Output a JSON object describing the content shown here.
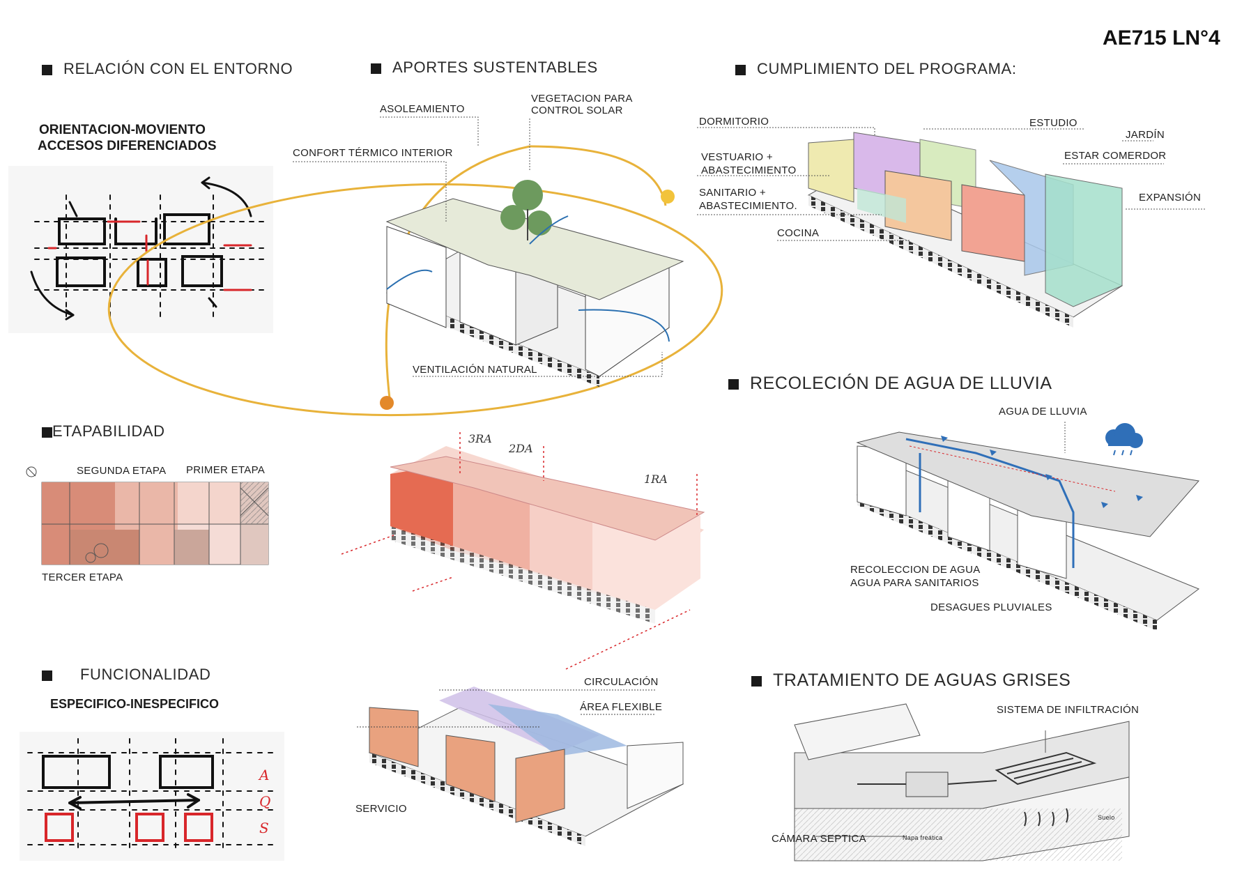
{
  "page_code": "AE715 LN°4",
  "sections": {
    "entorno": "RELACIÓN CON EL ENTORNO",
    "aportes": "APORTES SUSTENTABLES",
    "programa": "CUMPLIMIENTO DEL PROGRAMA:",
    "etapabilidad": "ETAPABILIDAD",
    "lluvia": "RECOLECIÓN DE AGUA DE LLUVIA",
    "funcionalidad": "FUNCIONALIDAD",
    "grises": "TRATAMIENTO DE AGUAS GRISES"
  },
  "entorno": {
    "subtitle_1": "ORIENTACION-MOVIENTO",
    "subtitle_2": "ACCESOS DIFERENCIADOS"
  },
  "aportes": {
    "asoleamiento": "ASOLEAMIENTO",
    "vegetacion_1": "VEGETACION PARA",
    "vegetacion_2": "CONTROL SOLAR",
    "confort": "CONFORT TÉRMICO INTERIOR",
    "ventilacion": "VENTILACIÓN NATURAL"
  },
  "programa": {
    "dormitorio": "DORMITORIO",
    "estudio": "ESTUDIO",
    "jardin": "JARDÍN",
    "vestuario_1": "VESTUARIO +",
    "vestuario_2": "ABASTECIMIENTO",
    "estar": "ESTAR COMERDOR",
    "sanitario_1": "SANITARIO +",
    "sanitario_2": "ABASTECIMIENTO.",
    "expansion": "EXPANSIÓN",
    "cocina": "COCINA"
  },
  "etapabilidad": {
    "segunda": "SEGUNDA ETAPA",
    "primer": "PRIMER ETAPA",
    "tercer": "TERCER ETAPA",
    "tag_3": "3RA",
    "tag_2": "2DA",
    "tag_1": "1RA"
  },
  "lluvia": {
    "agua": "AGUA DE LLUVIA",
    "recoleccion_1": "RECOLECCION DE AGUA",
    "recoleccion_2": "AGUA PARA SANITARIOS",
    "desagues": "DESAGUES PLUVIALES"
  },
  "funcionalidad": {
    "subtitle": "ESPECIFICO-INESPECIFICO",
    "circulacion": "CIRCULACIÓN",
    "area": "ÁREA FLEXIBLE",
    "servicio": "SERVICIO",
    "sketch_letters": [
      "A",
      "Q",
      "S"
    ]
  },
  "grises": {
    "infiltracion": "SISTEMA DE INFILTRACIÓN",
    "camara": "CÁMARA SEPTICA",
    "napa": "Napa freática",
    "suelo": "Suelo"
  },
  "colors": {
    "sun": "#e8b23a",
    "sun_dot_low": "#e3892a",
    "dormitorio": "#efeab0",
    "estudio": "#d9b9ea",
    "jardin": "#cfe7b0",
    "vestuario": "#f4c79e",
    "sanitario": "#bfe6d6",
    "cocina": "#f2a393",
    "estar": "#a9c7ea",
    "expansion": "#a5e0cc",
    "stage": "#e8806a",
    "rain_blue": "#2f6fb8"
  }
}
